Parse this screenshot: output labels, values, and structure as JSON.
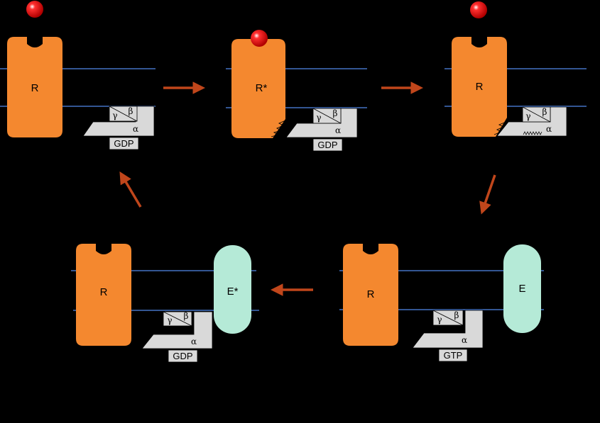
{
  "colors": {
    "background": "#000000",
    "receptor": "#f4882f",
    "effector": "#b5ead7",
    "g_protein": "#d9d9d9",
    "membrane": "#4472c4",
    "arrow": "#c0461b",
    "ligand": "#ff0000"
  },
  "stages": {
    "s1": {
      "receptor": "R",
      "gamma": "γ",
      "beta": "β",
      "alpha": "α",
      "nucleotide": "GDP"
    },
    "s2": {
      "receptor": "R*",
      "gamma": "γ",
      "beta": "β",
      "alpha": "α",
      "nucleotide": "GDP"
    },
    "s3": {
      "receptor": "R",
      "gamma": "γ",
      "beta": "β",
      "alpha": "α"
    },
    "s4": {
      "receptor": "R",
      "gamma": "γ",
      "beta": "β",
      "alpha": "α",
      "nucleotide": "GTP",
      "effector": "E"
    },
    "s5": {
      "receptor": "R",
      "gamma": "γ",
      "beta": "β",
      "alpha": "α",
      "nucleotide": "GDP",
      "effector": "E*"
    }
  }
}
